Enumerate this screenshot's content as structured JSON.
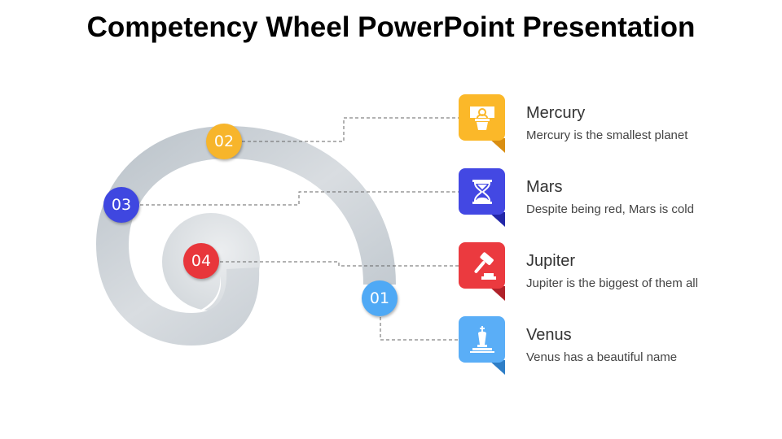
{
  "title": "Competency Wheel PowerPoint Presentation",
  "steps": [
    {
      "num": "01",
      "color": "#4fa9f5"
    },
    {
      "num": "02",
      "color": "#f7b52b"
    },
    {
      "num": "03",
      "color": "#3f47e0"
    },
    {
      "num": "04",
      "color": "#e8363b"
    }
  ],
  "items": [
    {
      "title": "Mercury",
      "desc": "Mercury is the smallest planet",
      "icon": "podium-speaker-icon",
      "color": "#fbb829",
      "fold": "#d98e12"
    },
    {
      "title": "Mars",
      "desc": "Despite being red, Mars is cold",
      "icon": "hourglass-icon",
      "color": "#4348e3",
      "fold": "#2327a8"
    },
    {
      "title": "Jupiter",
      "desc": "Jupiter is the biggest of them all",
      "icon": "gavel-icon",
      "color": "#eb3a3f",
      "fold": "#b0222a"
    },
    {
      "title": "Venus",
      "desc": "Venus has a beautiful name",
      "icon": "chess-king-icon",
      "color": "#5aaef7",
      "fold": "#2e7ec7"
    }
  ]
}
